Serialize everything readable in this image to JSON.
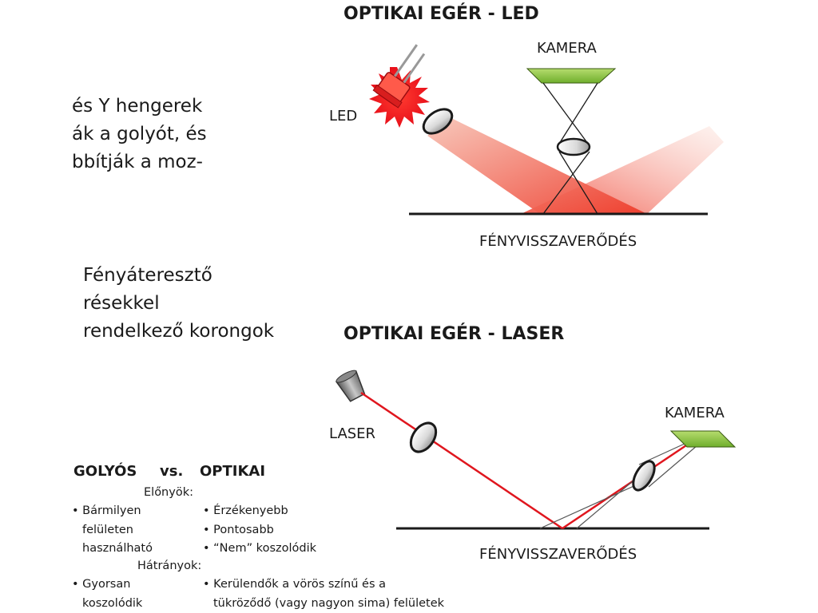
{
  "left_text": {
    "lines1": [
      "és Y hengerek",
      "ák a golyót, és",
      "bbítják a moz-"
    ],
    "lines2": [
      "Fényáteresztő",
      "résekkel",
      "rendelkező korongok"
    ]
  },
  "led_section": {
    "title": "OPTIKAI EGÉR - LED",
    "camera_label": "KAMERA",
    "led_label": "LED",
    "surface_label": "FÉNYVISSZAVERŐDÉS"
  },
  "laser_section": {
    "title": "OPTIKAI EGÉR - LASER",
    "camera_label": "KAMERA",
    "laser_label": "LASER",
    "surface_label": "FÉNYVISSZAVERŐDÉS"
  },
  "comparison": {
    "left_head": "GOLYÓS",
    "vs": "vs.",
    "right_head": "OPTIKAI",
    "pros_label": "Előnyök:",
    "pros_left": [
      "• Bármilyen",
      "felületen",
      "használható"
    ],
    "pros_right": [
      "• Érzékenyebb",
      "• Pontosabb",
      "• “Nem” koszolódik"
    ],
    "cons_label": "Hátrányok:",
    "cons_left": [
      "• Gyorsan",
      "koszolódik"
    ],
    "cons_right": [
      "• Kerülendők a vörös színű és a",
      "tükröződő (vagy nagyon sima) felületek"
    ]
  },
  "colors": {
    "led_red": "#e8202a",
    "beam_red": "#f04a3a",
    "camera_green": "#8dc63f",
    "laser_line": "#e0161e"
  }
}
